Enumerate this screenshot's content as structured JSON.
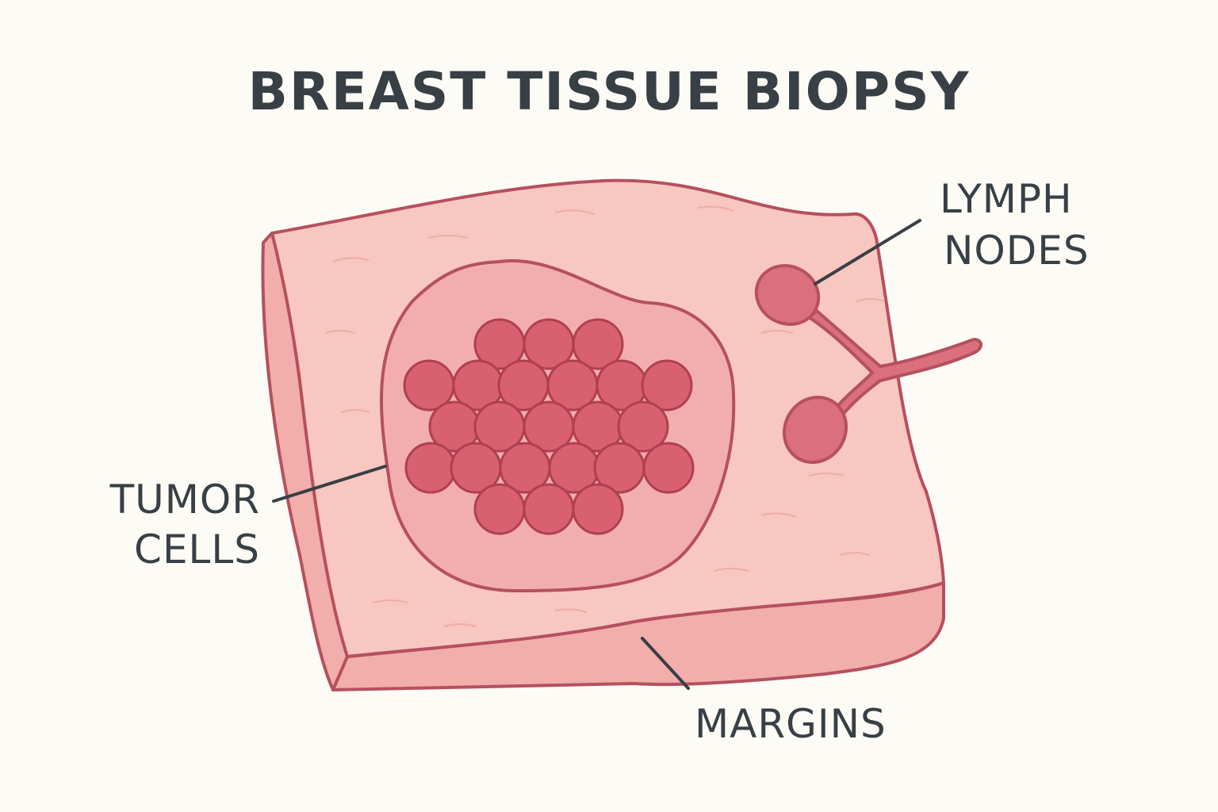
{
  "title": "BREAST TISSUE BIOPSY",
  "labels": {
    "lymph_nodes": [
      "LYMPH",
      "NODES"
    ],
    "tumor_cells": [
      "TUMOR",
      "CELLS"
    ],
    "margins": "MARGINS"
  },
  "colors": {
    "background": "#fdfbf5",
    "text": "#383f45",
    "outline": "#b6505e",
    "tissue_top": "#f8c7bf",
    "tissue_side": "#f1aeaa",
    "tumor_zone": "#f2aeae",
    "tumor_cell": "#d8606f",
    "node": "#d9707c",
    "leader_line": "#383f45"
  }
}
